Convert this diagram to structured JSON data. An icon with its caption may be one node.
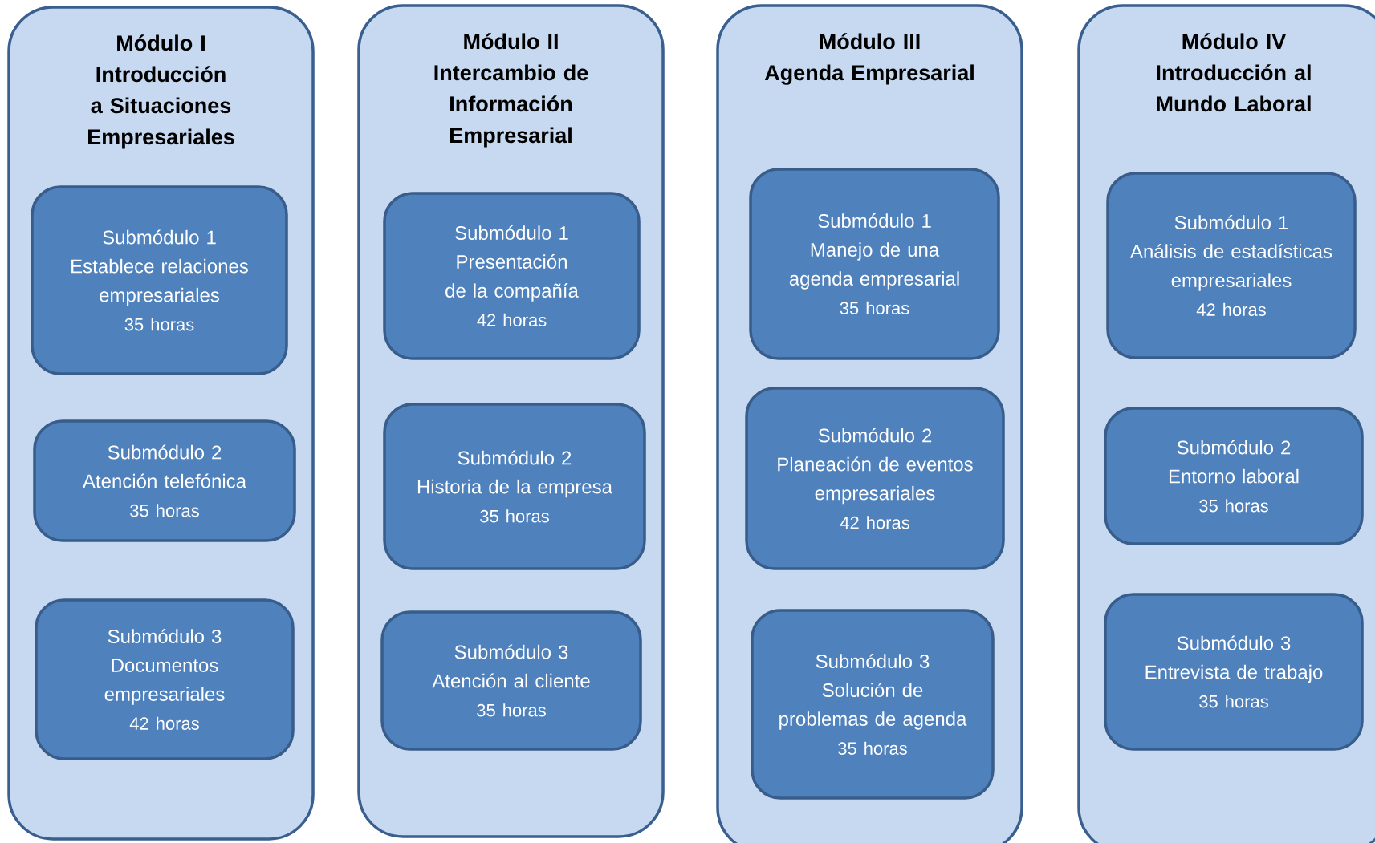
{
  "diagram": {
    "nodes": [
      {
        "text": [
          "Módulo I",
          "Introducción a Situaciones Empresariales"
        ]
      },
      {
        "text": [
          "Submódulo 1",
          "Establece relaciones empresariales",
          "35 horas"
        ],
        "in": 0
      },
      {
        "text": [
          "Submódulo 2",
          "Atención telefónica",
          "35 horas"
        ],
        "in": 0
      },
      {
        "text": [
          "Submódulo 3",
          "Documentos empresariales",
          "42 horas"
        ],
        "in": 0
      },
      {
        "text": [
          "Módulo II",
          "Intercambio de Información Empresarial"
        ]
      },
      {
        "text": [
          "Submódulo 1",
          "Presentación de la compañía",
          "42 horas"
        ],
        "in": 4
      },
      {
        "text": [
          "Submódulo 2",
          "Historia de la empresa",
          "35 horas"
        ],
        "in": 4
      },
      {
        "text": [
          "Submódulo 3",
          "Atención al cliente",
          "35 horas"
        ],
        "in": 4
      },
      {
        "text": [
          "Módulo III",
          "Agenda Empresarial"
        ]
      },
      {
        "text": [
          "Submódulo 1",
          "Manejo de una agenda empresarial",
          "35 horas"
        ],
        "in": 8
      },
      {
        "text": [
          "Submódulo 2",
          "Planeación de eventos empresariales",
          "42 horas"
        ],
        "in": 8
      },
      {
        "text": [
          "Submódulo 3",
          "Solución de problemas de agenda",
          "35 horas"
        ],
        "in": 8
      },
      {
        "text": [
          "Módulo IV",
          "Introducción al Mundo Laboral"
        ]
      },
      {
        "text": [
          "Submódulo 1",
          "Análisis de estadísticas empresariales",
          "42 horas"
        ],
        "in": 12
      },
      {
        "text": [
          "Submódulo 2",
          "Entorno laboral",
          "35 horas"
        ],
        "in": 12
      },
      {
        "text": [
          "Submódulo 3",
          "Entrevista de trabajo",
          "35 horas"
        ],
        "in": 12
      }
    ]
  }
}
